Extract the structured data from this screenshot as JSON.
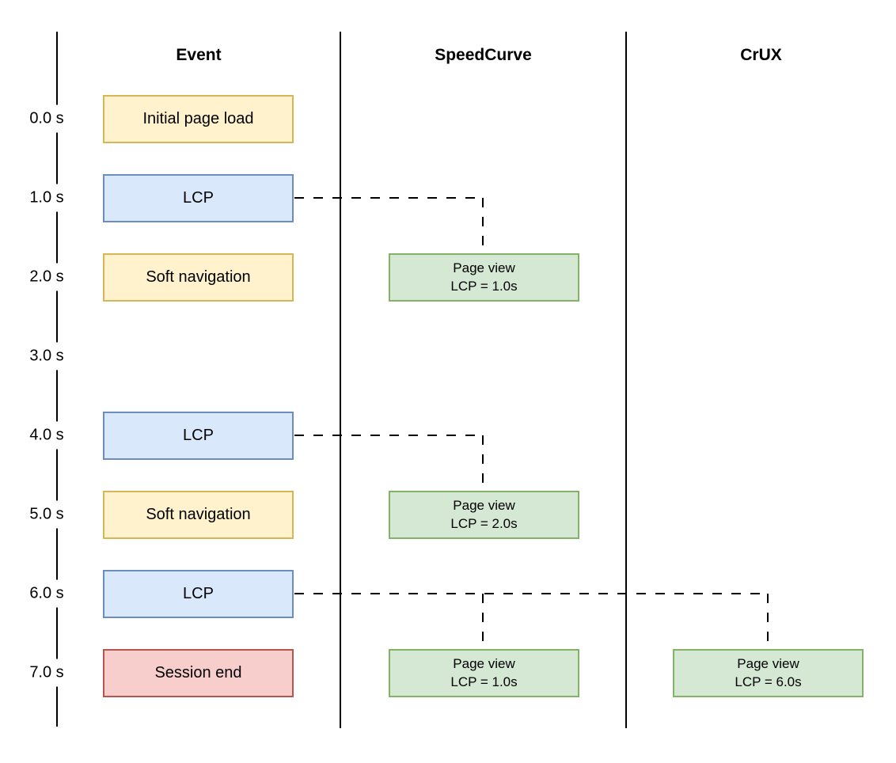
{
  "columns": [
    {
      "id": "event",
      "label": "Event"
    },
    {
      "id": "speedcurve",
      "label": "SpeedCurve"
    },
    {
      "id": "crux",
      "label": "CrUX"
    }
  ],
  "timeline": {
    "tick_labels": [
      "0.0 s",
      "1.0 s",
      "2.0 s",
      "3.0 s",
      "4.0 s",
      "5.0 s",
      "6.0 s",
      "7.0 s"
    ],
    "unit": "seconds"
  },
  "events": [
    {
      "label": "Initial page load",
      "t": 0,
      "style": "yellow"
    },
    {
      "label": "LCP",
      "t": 1,
      "style": "blue"
    },
    {
      "label": "Soft navigation",
      "t": 2,
      "style": "yellow"
    },
    {
      "label": "LCP",
      "t": 4,
      "style": "blue"
    },
    {
      "label": "Soft navigation",
      "t": 5,
      "style": "yellow"
    },
    {
      "label": "LCP",
      "t": 6,
      "style": "blue"
    },
    {
      "label": "Session end",
      "t": 7,
      "style": "red"
    }
  ],
  "measurements": [
    {
      "column": "speedcurve",
      "t": 2,
      "lines": [
        "Page view",
        "LCP = 1.0s"
      ],
      "style": "green"
    },
    {
      "column": "speedcurve",
      "t": 5,
      "lines": [
        "Page view",
        "LCP = 2.0s"
      ],
      "style": "green"
    },
    {
      "column": "speedcurve",
      "t": 7,
      "lines": [
        "Page view",
        "LCP = 1.0s"
      ],
      "style": "green"
    },
    {
      "column": "crux",
      "t": 7,
      "lines": [
        "Page view",
        "LCP = 6.0s"
      ],
      "style": "green"
    }
  ],
  "connectors": [
    {
      "from_t": 1,
      "targets": [
        {
          "column": "speedcurve",
          "t": 2
        }
      ]
    },
    {
      "from_t": 4,
      "targets": [
        {
          "column": "speedcurve",
          "t": 5
        }
      ]
    },
    {
      "from_t": 6,
      "targets": [
        {
          "column": "speedcurve",
          "t": 7
        },
        {
          "column": "crux",
          "t": 7
        }
      ]
    }
  ],
  "colors": {
    "yellow": {
      "fill": "#fff2cc",
      "border": "#d6b656"
    },
    "blue": {
      "fill": "#dae8fc",
      "border": "#6c8ebf"
    },
    "red": {
      "fill": "#f8cecc",
      "border": "#b85450"
    },
    "green": {
      "fill": "#d5e8d4",
      "border": "#82b366"
    },
    "line": "#000000"
  }
}
